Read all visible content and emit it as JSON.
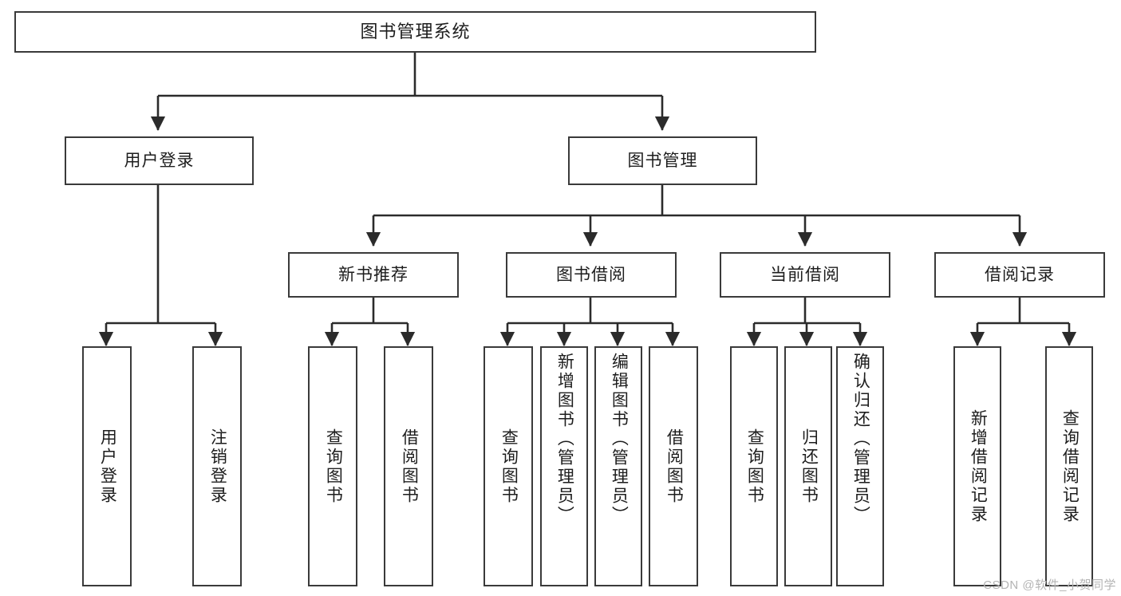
{
  "diagram": {
    "type": "tree-hierarchy",
    "title": "图书管理系统",
    "root": {
      "label": "图书管理系统"
    },
    "level2": [
      {
        "id": "user-login",
        "label": "用户登录"
      },
      {
        "id": "book-management",
        "label": "图书管理"
      }
    ],
    "level3": [
      {
        "id": "new-book-recommend",
        "label": "新书推荐"
      },
      {
        "id": "book-borrow",
        "label": "图书借阅"
      },
      {
        "id": "current-borrow",
        "label": "当前借阅"
      },
      {
        "id": "borrow-record",
        "label": "借阅记录"
      }
    ],
    "leaves": {
      "user_login": [
        {
          "id": "leaf-user-login",
          "label": "用户登录"
        },
        {
          "id": "leaf-logout-login",
          "label": "注销登录"
        }
      ],
      "new_book_recommend": [
        {
          "id": "leaf-query-book-1",
          "label": "查询图书"
        },
        {
          "id": "leaf-borrow-book-1",
          "label": "借阅图书"
        }
      ],
      "book_borrow": [
        {
          "id": "leaf-query-book-2",
          "label": "查询图书"
        },
        {
          "id": "leaf-add-book",
          "label": "新增图书（管理员）"
        },
        {
          "id": "leaf-edit-book",
          "label": "编辑图书（管理员）"
        },
        {
          "id": "leaf-borrow-book-2",
          "label": "借阅图书"
        }
      ],
      "current_borrow": [
        {
          "id": "leaf-query-book-3",
          "label": "查询图书"
        },
        {
          "id": "leaf-return-book",
          "label": "归还图书"
        },
        {
          "id": "leaf-confirm-return",
          "label": "确认归还（管理员）"
        }
      ],
      "borrow_record": [
        {
          "id": "leaf-add-record",
          "label": "新增借阅记录"
        },
        {
          "id": "leaf-query-record",
          "label": "查询借阅记录"
        }
      ]
    },
    "watermark": "CSDN @软件_小贺同学",
    "colors": {
      "box_border": "#3a3a3a",
      "box_fill": "#ffffff",
      "connector": "#2b2b2b",
      "text": "#1d1d1d",
      "watermark": "#b4b4b4",
      "background": "#ffffff"
    }
  }
}
